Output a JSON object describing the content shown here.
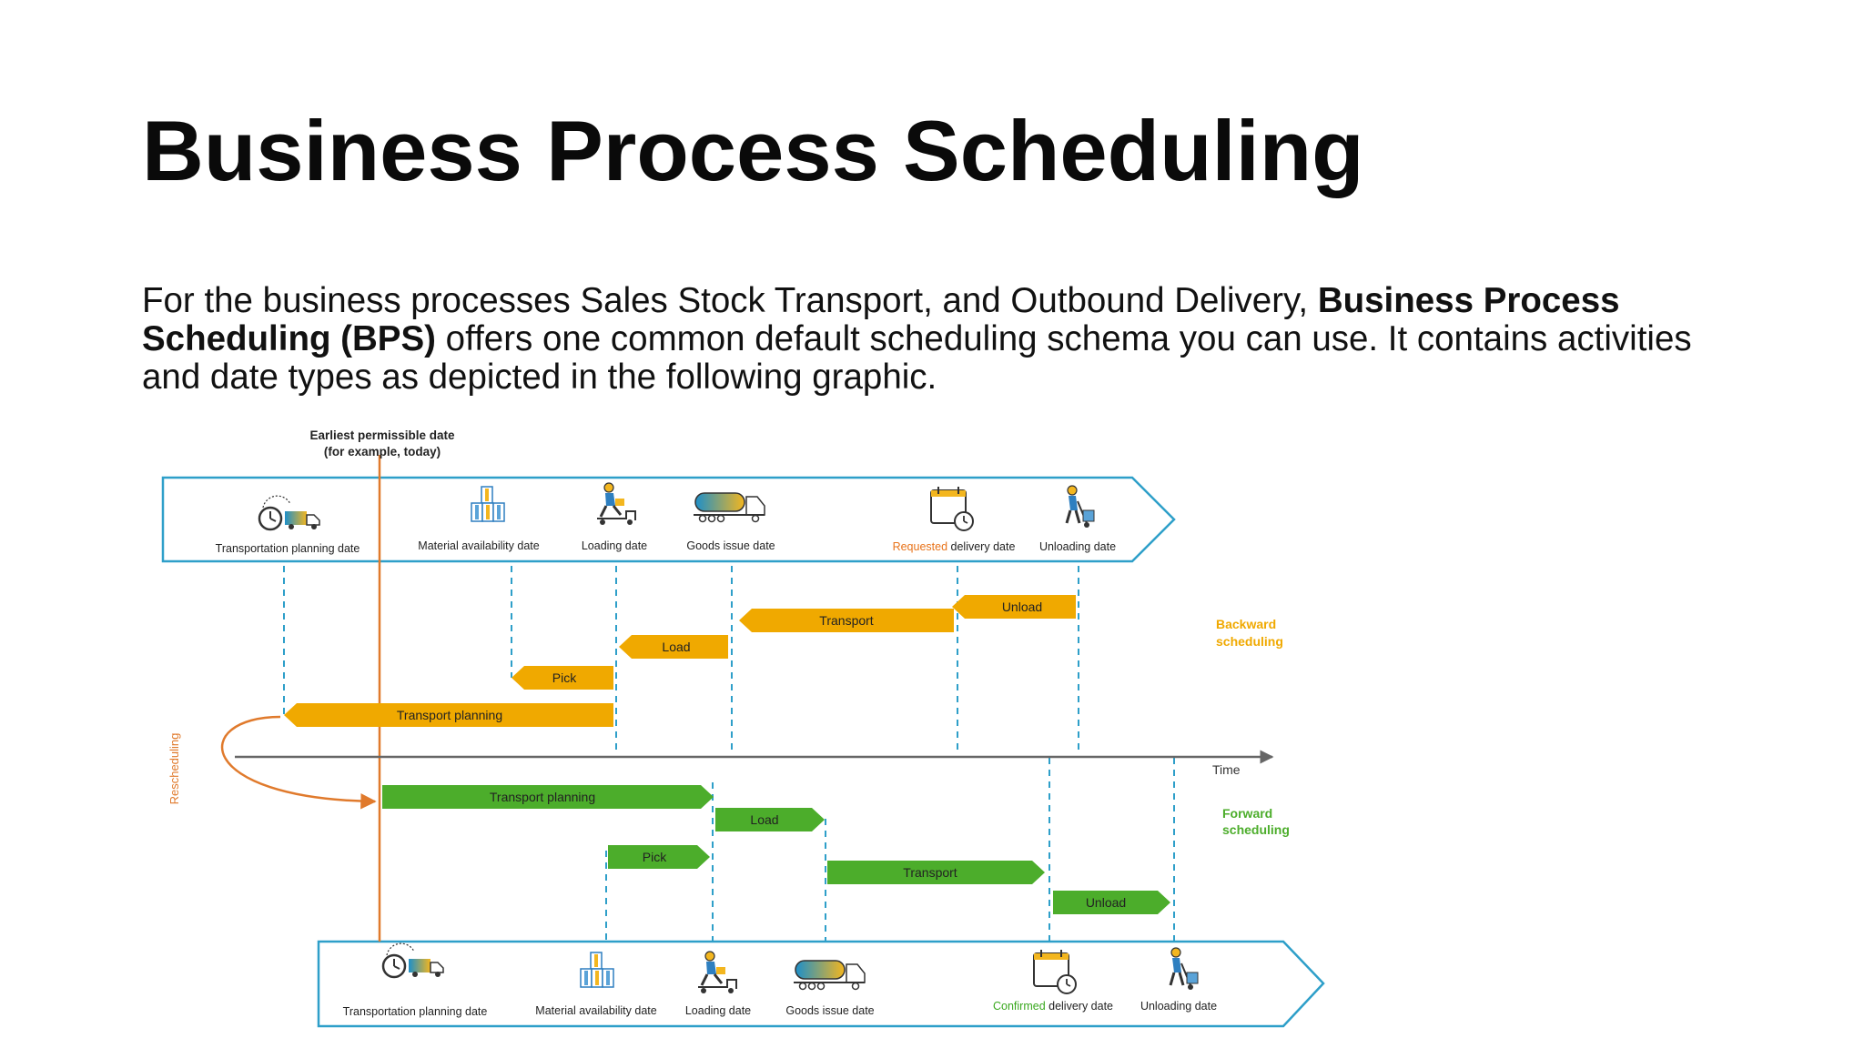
{
  "slide": {
    "title": "Business Process Scheduling",
    "intro": {
      "part1": "For the business processes Sales Stock Transport, and Outbound Delivery, ",
      "bold": "Business Process Scheduling (BPS)",
      "part2": " offers one common default scheduling schema you can use. It contains activities and date types as depicted in the following graphic."
    }
  },
  "diagram": {
    "earliest_date_label": [
      "Earliest permissible date",
      "(for example, today)"
    ],
    "time_label": "Time",
    "rescheduling_label": "Rescheduling",
    "backward_label": [
      "Backward",
      "scheduling"
    ],
    "forward_label": [
      "Forward",
      "scheduling"
    ],
    "top_dates": [
      {
        "label": "Transportation planning date",
        "icon": "clock-truck-icon"
      },
      {
        "label": "Material availability date",
        "icon": "boxes-icon"
      },
      {
        "label": "Loading date",
        "icon": "forklift-worker-icon"
      },
      {
        "label": "Goods issue date",
        "icon": "tanker-truck-icon"
      },
      {
        "label_highlight": "Requested",
        "label_rest": " delivery date",
        "icon": "calendar-clock-icon"
      },
      {
        "label": "Unloading date",
        "icon": "hand-truck-worker-icon"
      }
    ],
    "bottom_dates": [
      {
        "label": "Transportation planning date",
        "icon": "clock-truck-icon"
      },
      {
        "label": "Material availability date",
        "icon": "boxes-icon"
      },
      {
        "label": "Loading date",
        "icon": "forklift-worker-icon"
      },
      {
        "label": "Goods issue date",
        "icon": "tanker-truck-icon"
      },
      {
        "label_highlight": "Confirmed",
        "label_rest": " delivery date",
        "icon": "calendar-clock-icon"
      },
      {
        "label": "Unloading date",
        "icon": "hand-truck-worker-icon"
      }
    ],
    "backward_activities": [
      "Unload",
      "Transport",
      "Load",
      "Pick",
      "Transport planning"
    ],
    "forward_activities": [
      "Transport planning",
      "Load",
      "Pick",
      "Transport",
      "Unload"
    ],
    "colors": {
      "frame": "#2e9fc9",
      "backward": "#f0a900",
      "forward": "#4cad2b",
      "earliest_line": "#e07a2c",
      "requested_text": "#e8731a",
      "confirmed_text": "#3aa81f",
      "axis": "#666666"
    }
  }
}
